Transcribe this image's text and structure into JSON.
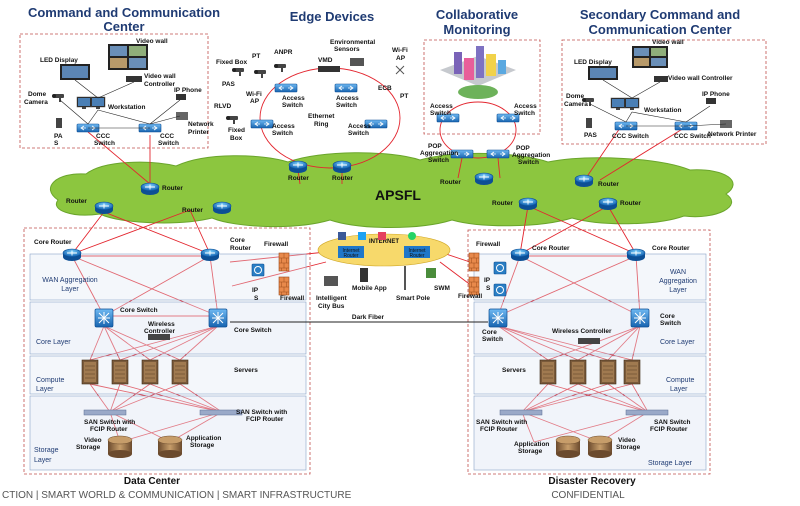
{
  "sections": {
    "command_center": "Command and Communication",
    "command_center_2": "Center",
    "edge_devices": "Edge Devices",
    "collab_1": "Collaborative",
    "collab_2": "Monitoring",
    "secondary_1": "Secondary Command and",
    "secondary_2": "Communication  Center",
    "apsfl": "APSFL",
    "data_center": "Data Center",
    "disaster_recovery": "Disaster Recovery"
  },
  "command": {
    "video_wall": "Video wall",
    "led_display": "LED Display",
    "video_wall_controller": "Video wall",
    "video_wall_controller_2": "Controller",
    "dome_camera": "Dome",
    "dome_camera_2": "Camera",
    "workstation": "Workstation",
    "ip_phone": "IP Phone",
    "network_printer": "Network",
    "network_printer_2": "Printer",
    "pas": "PA",
    "pas_2": "S",
    "ccc_switch": "CCC",
    "ccc_switch_2": "Switch",
    "ccc_switch_b": "CCC",
    "ccc_switch_b_2": "Switch"
  },
  "edge": {
    "fixed_box": "Fixed Box",
    "pt": "PT",
    "anpr": "ANPR",
    "env": "Environmental",
    "env_2": "Sensors",
    "vmd": "VMD",
    "wifi_ap": "Wi-Fi",
    "wifi_ap_2": "AP",
    "pas": "PAS",
    "wifi_ap_b": "Wi-Fi",
    "wifi_ap_b_2": "AP",
    "access_switch_1": "Access",
    "access_switch_1b": "Switch",
    "access_switch_2": "Access",
    "access_switch_2b": "Switch",
    "ecb": "ECB",
    "pt_b": "PT",
    "rlvd": "RLVD",
    "fixed_box_b": "Fixed",
    "fixed_box_b2": "Box",
    "ethernet_ring": "Ethernet",
    "ethernet_ring_2": "Ring",
    "access_switch_3": "Access",
    "access_switch_3b": "Switch",
    "access_switch_4": "Access",
    "access_switch_4b": "Switch",
    "router_a": "Router",
    "router_b": "Router"
  },
  "collab": {
    "access_switch_l": "Access",
    "access_switch_l2": "Switch",
    "access_switch_r": "Access",
    "access_switch_r2": "Switch",
    "pop_l": "POP",
    "pop_l2": "Aggregation",
    "pop_l3": "Switch",
    "pop_r": "POP",
    "pop_r2": "Aggregation",
    "pop_r3": "Switch",
    "router": "Router"
  },
  "secondary": {
    "video_wall": "Video wall",
    "led_display": "LED Display",
    "video_wall_controller": "Video wall Controller",
    "dome_camera": "Dome",
    "dome_camera_2": "Camera",
    "workstation": "Workstation",
    "ip_phone": "IP Phone",
    "pas": "PAS",
    "ccc_switch": "CCC Switch",
    "ccc_switch_b": "CCC Switch",
    "network_printer": "Network Printer",
    "router": "Router"
  },
  "cloud": {
    "router_cc": "Router",
    "router_left": "Router",
    "router_mid": "Router",
    "router_right_a": "Router",
    "router_right_b": "Router"
  },
  "internet": {
    "title": "INTERNET",
    "internet_router_l": "Internet",
    "internet_router_l2": "Router",
    "internet_router_r": "Internet",
    "internet_router_r2": "Router",
    "mobile_app": "Mobile App",
    "smart_pole": "Smart Pole",
    "swm": "SWM",
    "bus": "Intelligent",
    "bus_2": "City Bus",
    "dark_fiber": "Dark Fiber"
  },
  "dc": {
    "core_router_l": "Core Router",
    "core_router_r": "Core",
    "core_router_r2": "Router",
    "firewall_t": "Firewall",
    "firewall_b": "Firewall",
    "ips_1": "IP",
    "ips_2": "S",
    "wan_layer": "WAN Aggregation",
    "wan_layer_2": "Layer",
    "core_switch_t": "Core Switch",
    "core_switch_b": "Core Switch",
    "wireless": "Wireless",
    "wireless_2": "Controller",
    "core_layer": "Core Layer",
    "compute_layer": "Compute",
    "compute_layer_2": "Layer",
    "servers": "Servers",
    "san_l": "SAN Switch with",
    "san_l2": "FCIP Router",
    "san_r": "SAN Switch with",
    "san_r2": "FCIP Router",
    "video_storage": "Video",
    "video_storage_2": "Storage",
    "app_storage": "Application",
    "app_storage_2": "Storage",
    "storage_layer": "Storage",
    "storage_layer_2": "Layer"
  },
  "dr": {
    "firewall_t": "Firewall",
    "firewall_b": "Firewall",
    "core_router_l": "Core Router",
    "core_router_r": "Core Router",
    "ip_1": "IP",
    "ip_2": "S",
    "wan_layer": "WAN",
    "wan_layer_2": "Aggregation",
    "wan_layer_3": "Layer",
    "core_switch_l": "Core",
    "core_switch_l2": "Switch",
    "wireless": "Wireless Controller",
    "core_switch_r": "Core",
    "core_switch_r2": "Switch",
    "core_layer": "Core Layer",
    "servers": "Servers",
    "compute_layer": "Compute",
    "compute_layer_2": "Layer",
    "san_l": "SAN Switch with",
    "san_l2": "FCIP Router",
    "san_r": "SAN Switch",
    "san_r2": "FCIP Router",
    "app_storage": "Application",
    "app_storage_2": "Storage",
    "video_storage": "Video",
    "video_storage_2": "Storage",
    "storage_layer": "Storage Layer"
  },
  "footer": {
    "left": "CTION  |  SMART WORLD & COMMUNICATION  |  SMART  INFRASTRUCTURE",
    "right": "CONFIDENTIAL"
  },
  "colors": {
    "heading": "#1f3b73",
    "cloud": "#7fc241",
    "link_red": "#e3262f",
    "switch_blue": "#1f77c9",
    "dashed_box": "#c0504d",
    "layer_fill": "#dfe7f3"
  }
}
